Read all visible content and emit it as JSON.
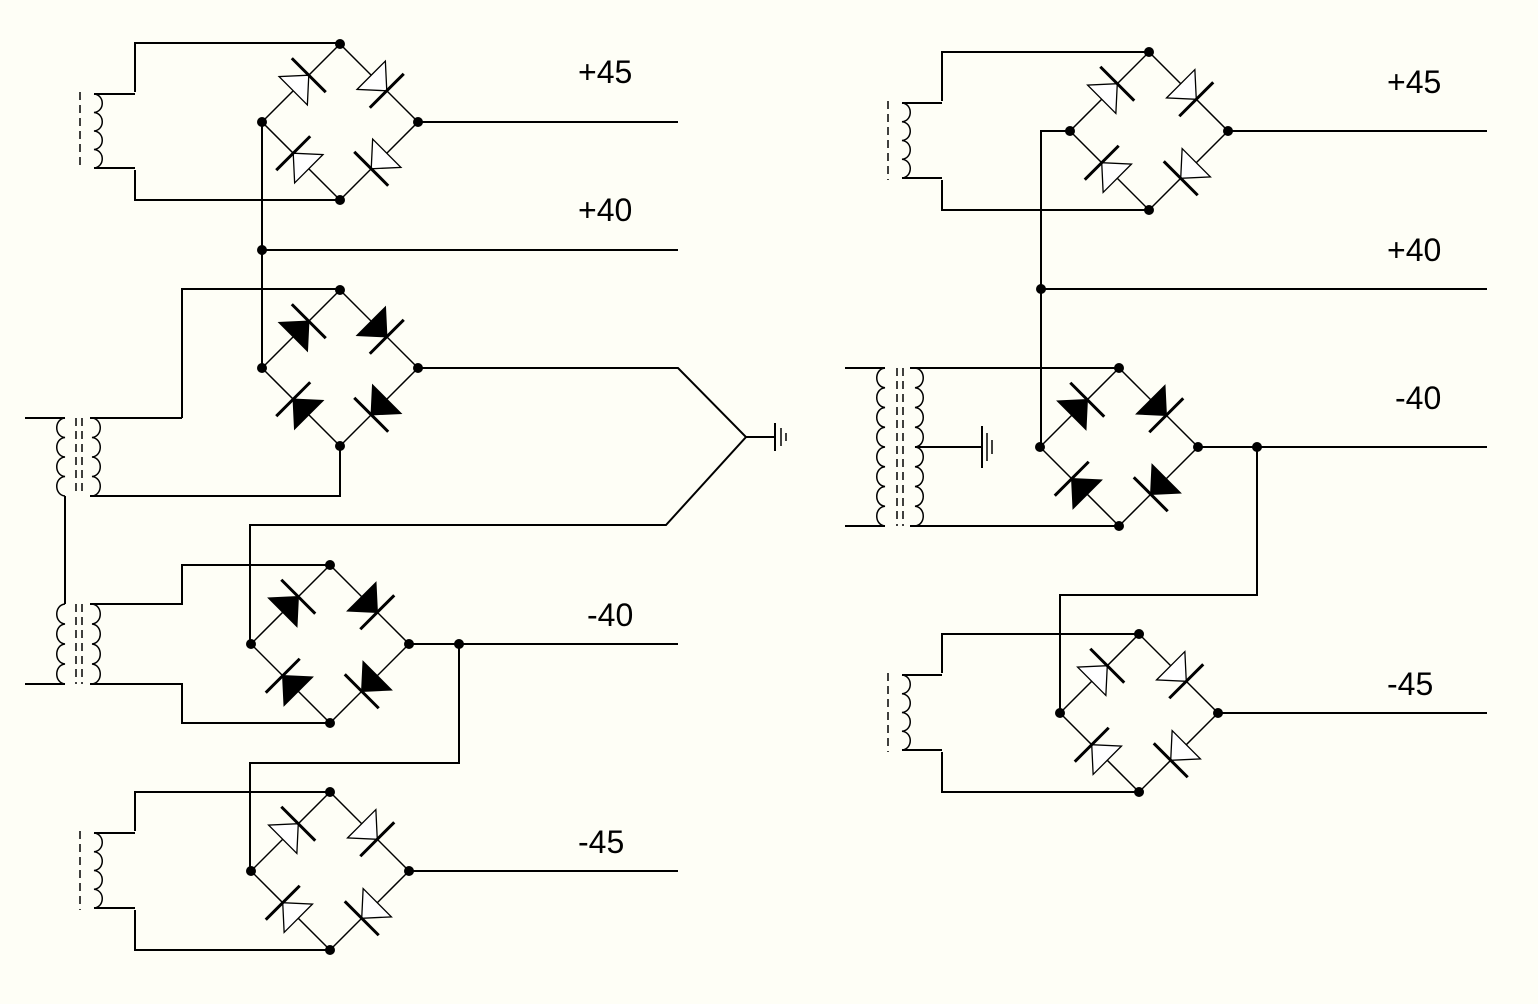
{
  "colors": {
    "background": "#fefef6",
    "line": "#000000",
    "diode_open": "#ffffff",
    "diode_filled": "#000000"
  },
  "left_circuit": {
    "outputs": {
      "p45": "+45",
      "p40": "+40",
      "m40": "-40",
      "m45": "-45"
    }
  },
  "right_circuit": {
    "outputs": {
      "p45": "+45",
      "p40": "+40",
      "m40": "-40",
      "m45": "-45"
    }
  }
}
